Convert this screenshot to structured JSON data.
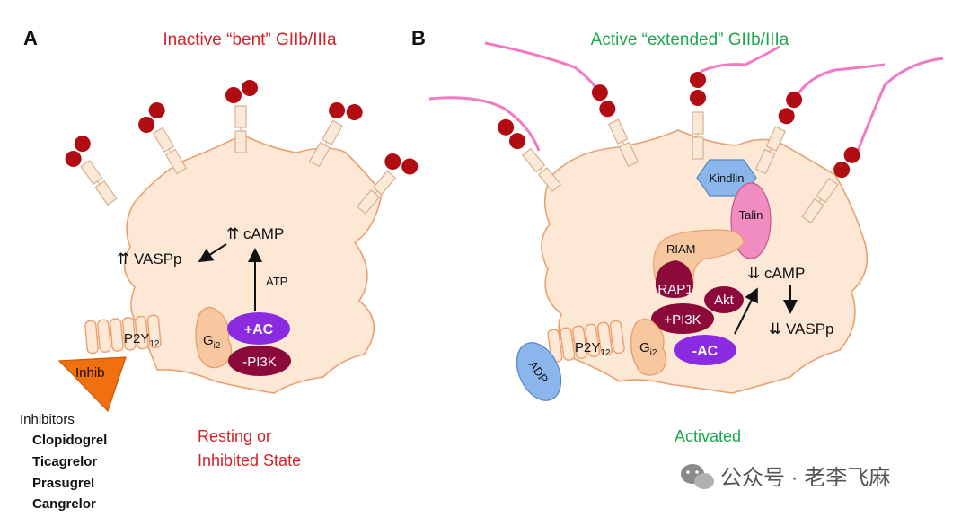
{
  "colors": {
    "cell_fill": "#fde8d6",
    "cell_stroke": "#e8a070",
    "red_ball": "#b00c12",
    "purple": "#8a2be2",
    "maroon": "#8b0a3a",
    "kindlin": "#8ab6ec",
    "talin": "#f08cc0",
    "adp": "#8ab6ec",
    "inhib": "#f07010",
    "fiber": "#f07bc4"
  },
  "panel_a": {
    "letter": "A",
    "title": "Inactive “bent” GIIb/IIIa",
    "vaspp": "⇈ VASPp",
    "camp": "⇈ cAMP",
    "atp": "ATP",
    "p2y_base": "P2Y",
    "p2y_sub": "12",
    "gi_base": "G",
    "gi_sub": "i2",
    "ac": "+AC",
    "pi3k": "-PI3K",
    "inhib": "Inhib",
    "inhibitors_header": "Inhibitors",
    "inhibitors": [
      "Clopidogrel",
      "Ticagrelor",
      "Prasugrel",
      "Cangrelor"
    ],
    "state_line1": "Resting or",
    "state_line2": "Inhibited State"
  },
  "panel_b": {
    "letter": "B",
    "title": "Active “extended” GIIb/IIIa",
    "kindlin": "Kindlin",
    "talin": "Talin",
    "riam": "RIAM",
    "rap1": "RAP1",
    "akt": "Akt",
    "pi3k": "+PI3K",
    "camp": "⇊ cAMP",
    "vaspp": "⇊ VASPp",
    "p2y_base": "P2Y",
    "p2y_sub": "12",
    "gi_base": "G",
    "gi_sub": "i2",
    "ac": "-AC",
    "adp": "ADP",
    "state": "Activated"
  },
  "watermark": {
    "icon": "wechat-icon",
    "text": "公众号 · 老李飞麻"
  }
}
